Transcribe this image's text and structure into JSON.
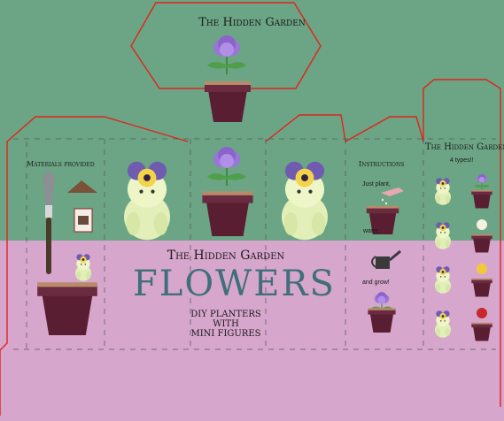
{
  "header": {
    "title": "The Hidden Garden"
  },
  "materials": {
    "heading": "Materials provided"
  },
  "main": {
    "brand": "The Hidden Garden",
    "title": "FLOWERS",
    "subtitle_lines": [
      "DIY PLANTERS",
      "WITH",
      "MINI FIGURES"
    ]
  },
  "instructions": {
    "heading": "Instructions",
    "step1": "Just plant,",
    "step2": "water,",
    "step3": "and grow!"
  },
  "side_panel": {
    "title": "The Hidden Garden",
    "types_label": "4 types!!"
  },
  "colors": {
    "top_band": "#6ba585",
    "bottom_band": "#d7a6cc",
    "cut_line": "#e0241b",
    "pot": "#5a1e33",
    "title_accent": "#3f6f7a"
  }
}
